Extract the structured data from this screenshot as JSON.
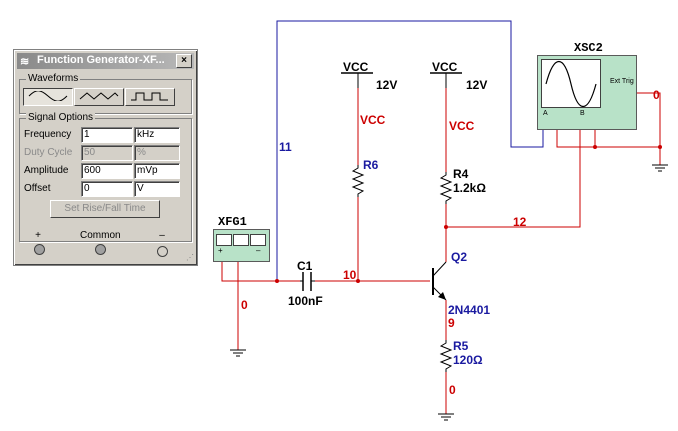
{
  "window": {
    "title": "Function Generator-XF...",
    "close_glyph": "×",
    "waveforms_title": "Waveforms",
    "signal_title": "Signal Options",
    "fields": [
      {
        "label": "Frequency",
        "value": "1",
        "unit": "kHz",
        "enabled": true
      },
      {
        "label": "Duty Cycle",
        "value": "50",
        "unit": "%",
        "enabled": false
      },
      {
        "label": "Amplitude",
        "value": "600",
        "unit": "mVp",
        "enabled": true
      },
      {
        "label": "Offset",
        "value": "0",
        "unit": "V",
        "enabled": true
      }
    ],
    "set_rise_fall_label": "Set Rise/Fall Time",
    "terminals": {
      "plus": "+",
      "common": "Common",
      "minus": "–"
    }
  },
  "schematic": {
    "xfg_label": "XFG1",
    "xfg_plus": "+",
    "xfg_minus": "–",
    "xsc_label": "XSC2",
    "xsc_ext_trig": "Ext Trig",
    "xsc_a": "A",
    "xsc_b": "B",
    "vcc1_label": "VCC",
    "vcc1_value": "12V",
    "vcc2_label": "VCC",
    "vcc2_value": "12V",
    "net_vcc1": "VCC",
    "net_vcc2": "VCC",
    "r6_label": "R6",
    "r4_label": "R4",
    "r4_value": "1.2kΩ",
    "r5_label": "R5",
    "r5_value": "120Ω",
    "c1_label": "C1",
    "c1_value": "100nF",
    "q2_label": "Q2",
    "q2_model": "2N4401",
    "net_11": "11",
    "net_12": "12",
    "net_10": "10",
    "net_9": "9",
    "net_0a": "0",
    "net_0b": "0",
    "net_0c": "0"
  },
  "colors": {
    "wire_blue": "#1a1aa0",
    "wire_red": "#cc0000",
    "instrument_green": "#b8e2c8"
  }
}
